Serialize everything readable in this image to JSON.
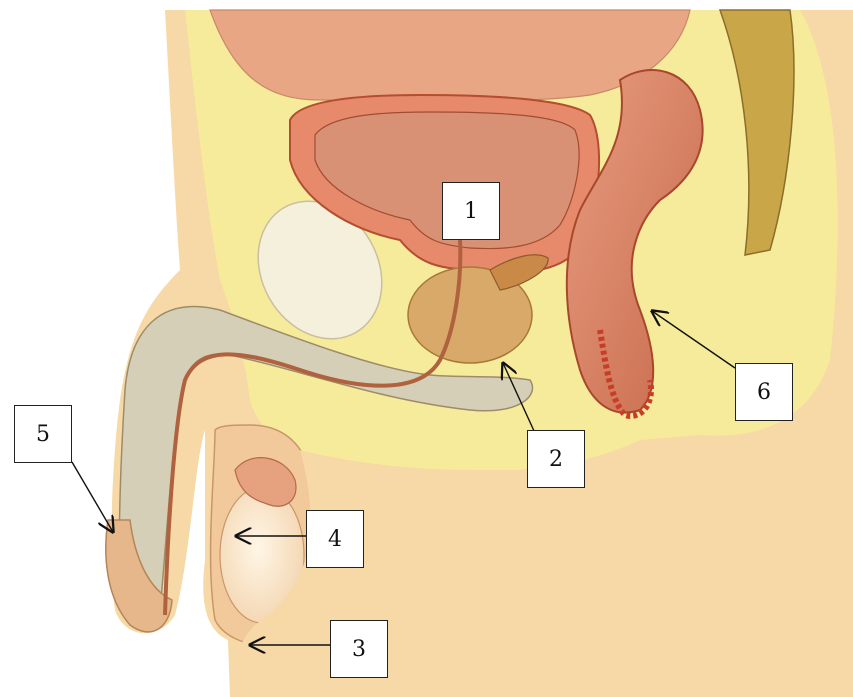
{
  "labels": [
    {
      "id": "1",
      "text": "1"
    },
    {
      "id": "2",
      "text": "2"
    },
    {
      "id": "3",
      "text": "3"
    },
    {
      "id": "4",
      "text": "4"
    },
    {
      "id": "5",
      "text": "5"
    },
    {
      "id": "6",
      "text": "6"
    }
  ],
  "colors": {
    "skin": "#f6d9a6",
    "fat": "#f6eb9a",
    "muscle_pink": "#e89b7a",
    "muscle_dark": "#c85a3c",
    "bladder_inner": "#d98c6c",
    "gland": "#d8a968",
    "spongy": "#d6cfb8",
    "urethra": "#b0623e",
    "bone": "#c9a648",
    "rectum": "#e0866a"
  }
}
